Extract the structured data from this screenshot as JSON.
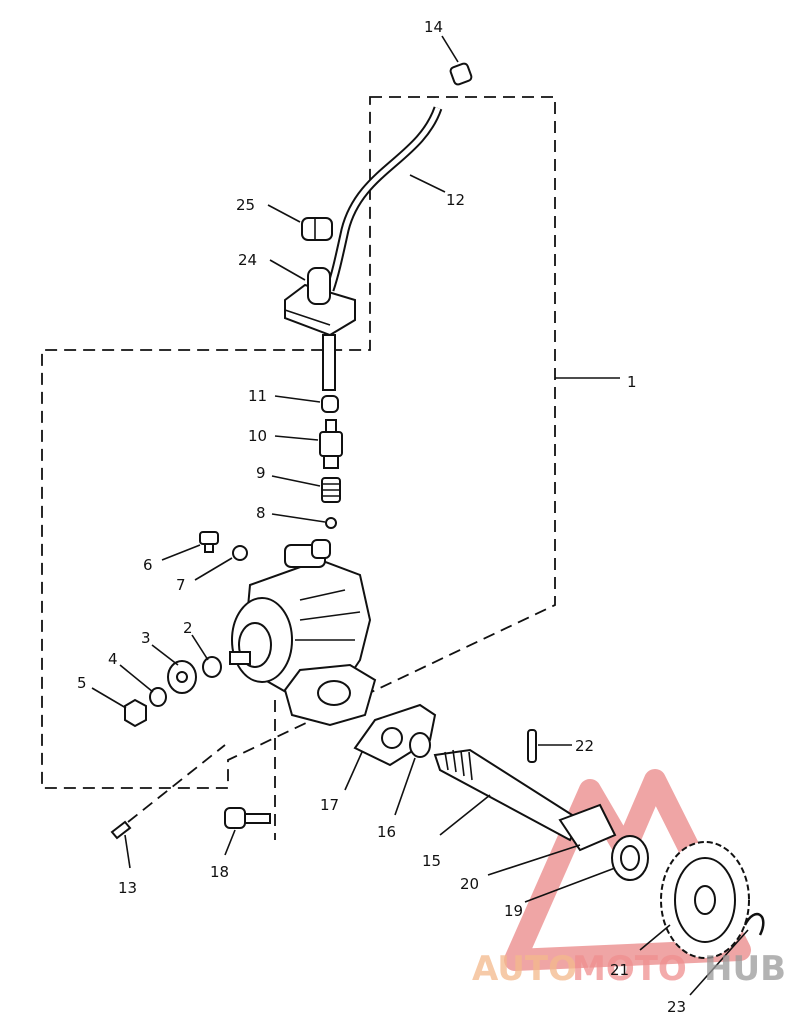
{
  "callouts": [
    "1",
    "2",
    "3",
    "4",
    "5",
    "6",
    "7",
    "8",
    "9",
    "10",
    "11",
    "12",
    "13",
    "14",
    "15",
    "16",
    "17",
    "18",
    "19",
    "20",
    "21",
    "22",
    "23",
    "24",
    "25"
  ],
  "watermark": {
    "part1": "AUTO",
    "part2": "MOTO",
    "part3": "HUB"
  }
}
